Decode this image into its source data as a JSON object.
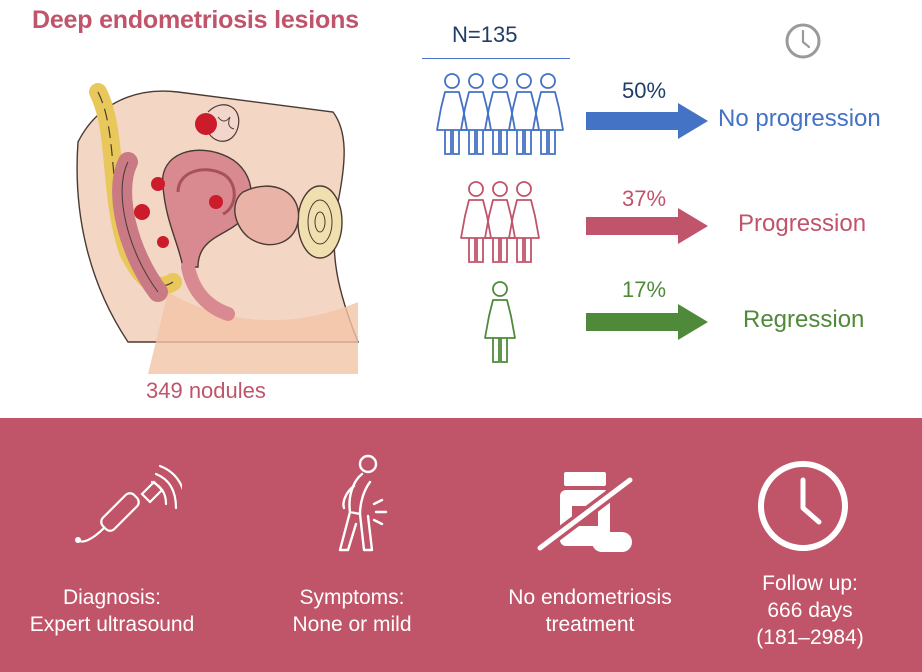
{
  "title": "Deep endometriosis lesions",
  "nodules": "349 nodules",
  "cohort": "N=135",
  "outcomes": [
    {
      "percent": "50%",
      "label": "No progression",
      "value": 50,
      "color": "#4472c4",
      "people": 5
    },
    {
      "percent": "37%",
      "label": "Progression",
      "value": 37,
      "color": "#c0546a",
      "people": 3
    },
    {
      "percent": "17%",
      "label": "Regression",
      "value": 17,
      "color": "#4f8a3a",
      "people": 1
    }
  ],
  "panel": {
    "background": "#c05468",
    "items": [
      {
        "icon": "ultrasound-probe-icon",
        "lines": [
          "Diagnosis:",
          "Expert ultrasound"
        ]
      },
      {
        "icon": "back-pain-person-icon",
        "lines": [
          "Symptoms:",
          "None or mild"
        ]
      },
      {
        "icon": "no-medication-icon",
        "lines": [
          "No endometriosis",
          "treatment"
        ]
      },
      {
        "icon": "clock-icon",
        "lines": [
          "Follow up:",
          "666 days",
          "(181–2984)"
        ]
      }
    ]
  }
}
